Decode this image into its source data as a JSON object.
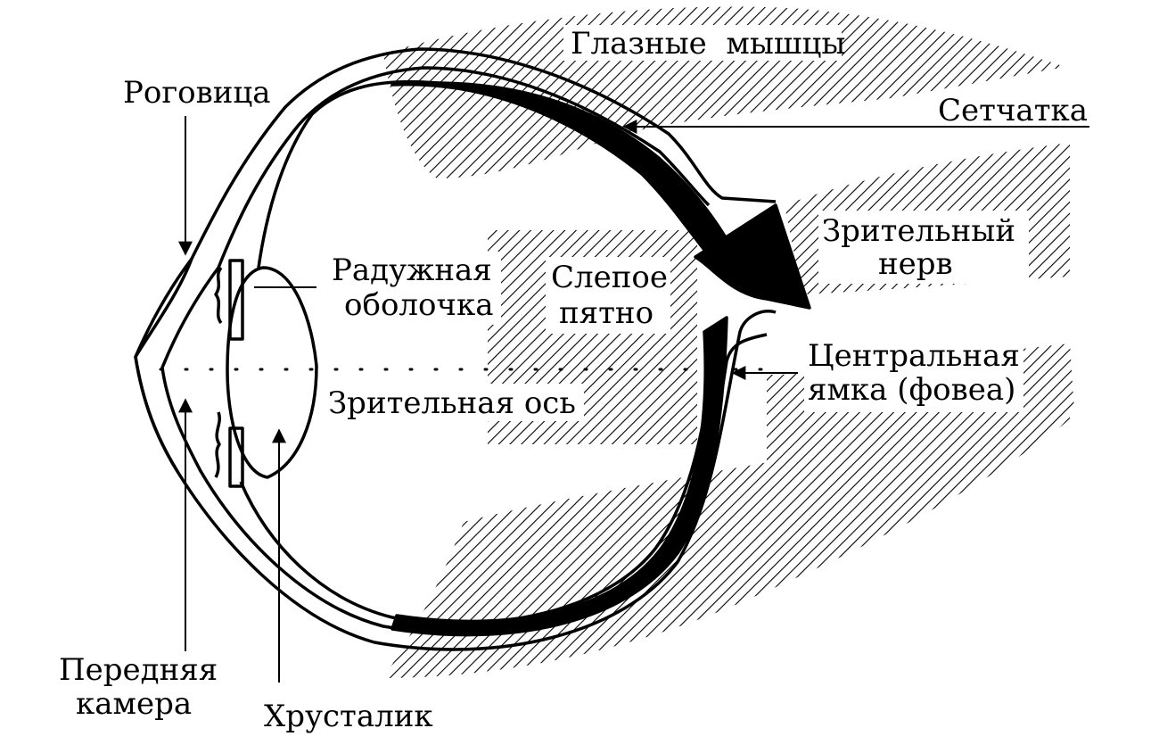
{
  "labels": {
    "muscles": "Глазные  мышцы",
    "cornea": "Роговица",
    "retina": "Сетчатка",
    "nerve_1": "Зрительный",
    "nerve_2": "нерв",
    "iris_1": "Радужная",
    "iris_2": "оболочка",
    "blind_1": "Слепое",
    "blind_2": "пятно",
    "fovea_1": "Центральная",
    "fovea_2": "ямка (фовеа)",
    "axis": "Зрительная ось",
    "chamber_1": "Передняя",
    "chamber_2": "камера",
    "lens": "Хрусталик"
  }
}
